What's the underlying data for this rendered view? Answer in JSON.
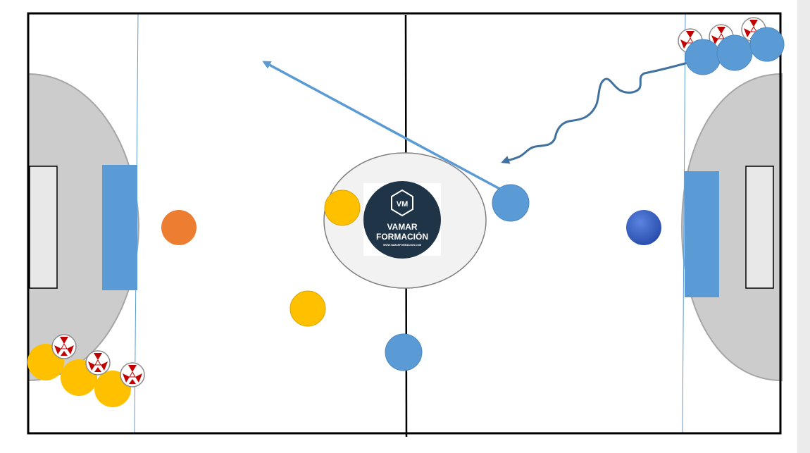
{
  "logo": {
    "badge": "VM",
    "line1": "VAMAR",
    "line2": "FORMACIÓN",
    "url": "WWW.VAMARFORMACION.COM"
  },
  "colors": {
    "court_background": "#ffffff",
    "court_line": "#000000",
    "area": "#cccccc",
    "goal": "#e8e8e8",
    "blue_zone": "#5b9bd5",
    "attack_line": "#5b9bd5",
    "team_blue": "#5b9bd5",
    "team_yellow": "#ffc000",
    "orange_player": "#ed7d31",
    "dark_blue_player": "#3b63c4",
    "dribble_path": "#41729f",
    "logo_background": "#1f3447",
    "ball_red": "#c00000"
  },
  "icons": [
    "ball-icon",
    "player-marker",
    "pass-arrow",
    "dribble-arrow"
  ]
}
